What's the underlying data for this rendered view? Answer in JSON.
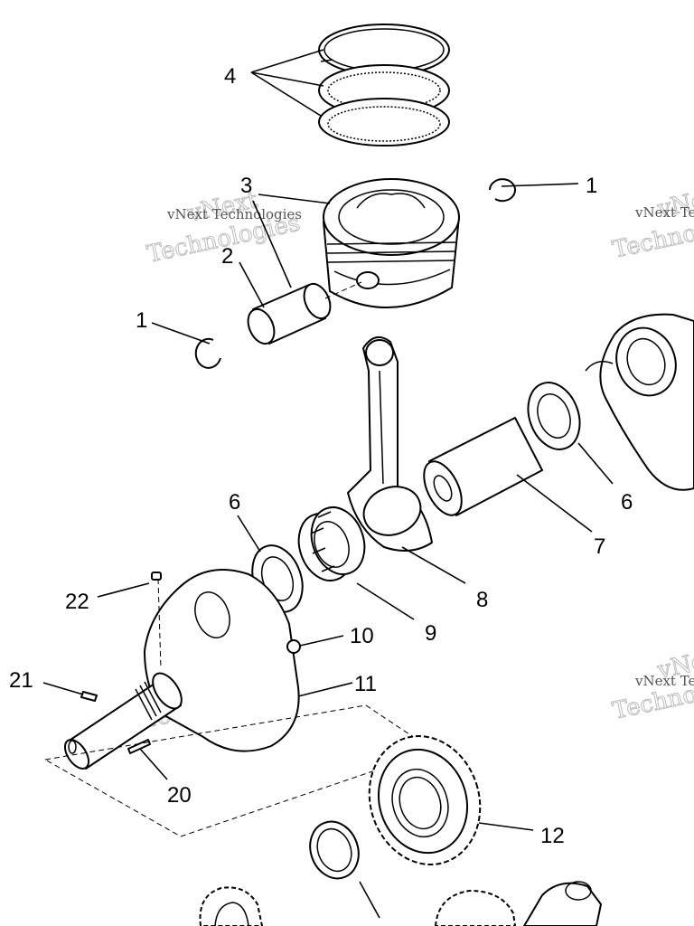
{
  "callouts": {
    "c4": "4",
    "c3": "3",
    "c2": "2",
    "c1_top": "1",
    "c1_left": "1",
    "c6_right": "6",
    "c7": "7",
    "c6_left": "6",
    "c8": "8",
    "c22": "22",
    "c9": "9",
    "c10": "10",
    "c21": "21",
    "c11": "11",
    "c20": "20",
    "c12": "12"
  },
  "watermark": {
    "small": "vNext Technologies",
    "big_top": "vNext",
    "big_bottom": "Technologies"
  }
}
